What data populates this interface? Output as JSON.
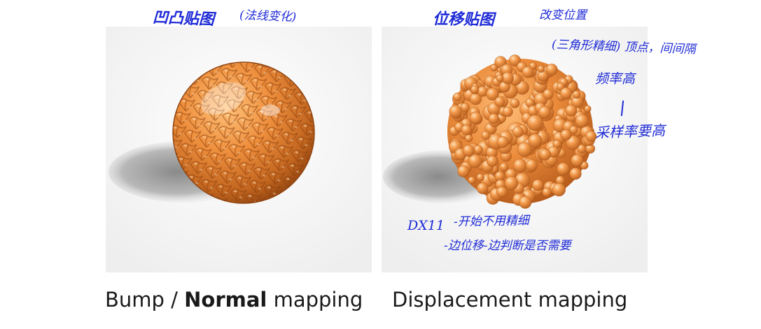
{
  "captions": {
    "bump_prefix": "Bump / ",
    "bump_bold": "Normal",
    "bump_suffix": " mapping",
    "displacement": "Displacement mapping"
  },
  "annotations": {
    "bump_title": "凹凸贴图",
    "bump_sub": "(法线变化)",
    "disp_title": "位移贴图",
    "disp_a": "改变位置",
    "disp_b": "(三角形精细) 顶点，间间隔",
    "disp_c": "频率高",
    "disp_d": "采样率要高",
    "dx_label": "DX11",
    "dx_1": "-开始不用精细",
    "dx_2": "-边位移-边判断是否需要"
  },
  "colors": {
    "ink": "#1f2bd6",
    "sphere": "#e98a3c",
    "sphere_dark": "#b85a1c",
    "sphere_light": "#ffd3a0"
  }
}
